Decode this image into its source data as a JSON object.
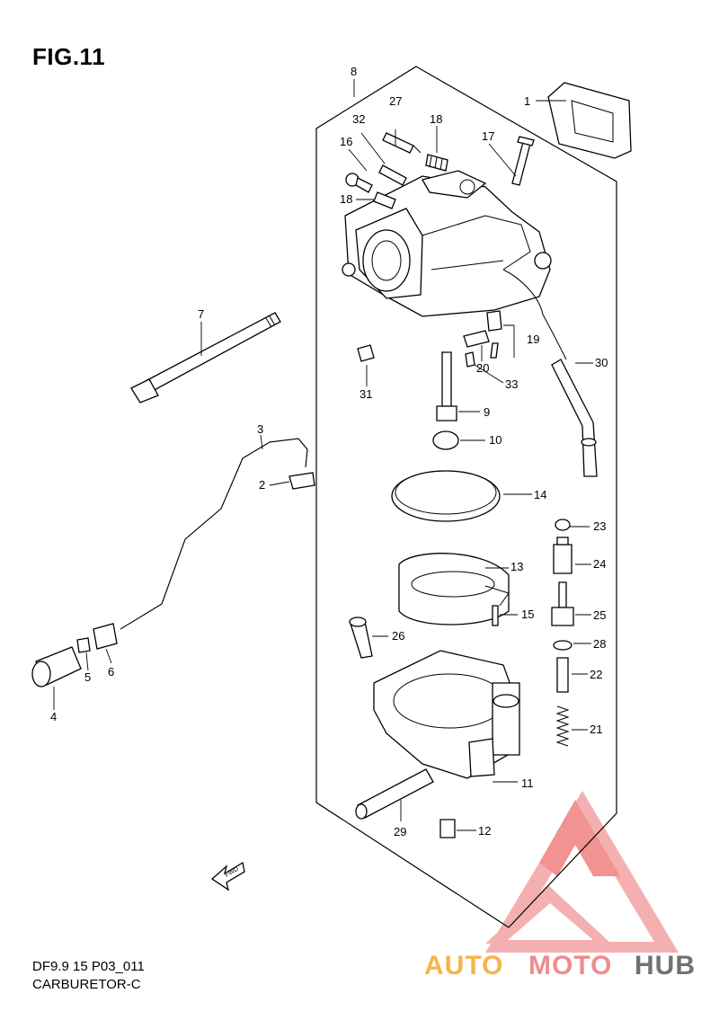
{
  "figure": {
    "title": "FIG.11",
    "code": "DF9.9 15 P03_011",
    "name": "CARBURETOR-C"
  },
  "callouts": [
    "1",
    "2",
    "3",
    "4",
    "5",
    "6",
    "7",
    "8",
    "9",
    "10",
    "11",
    "12",
    "13",
    "14",
    "15",
    "16",
    "17",
    "18",
    "18",
    "19",
    "20",
    "21",
    "22",
    "23",
    "24",
    "25",
    "26",
    "27",
    "28",
    "29",
    "30",
    "31",
    "32",
    "33"
  ],
  "fwd_label": "FWD",
  "watermark": {
    "part1": "AUTO",
    "part2": "MOTO",
    "part3": "HUB",
    "colors": {
      "auto": "#f5b54a",
      "moto": "#ee8d8d",
      "hub": "#6f7275",
      "triangle": "#f08080"
    }
  }
}
